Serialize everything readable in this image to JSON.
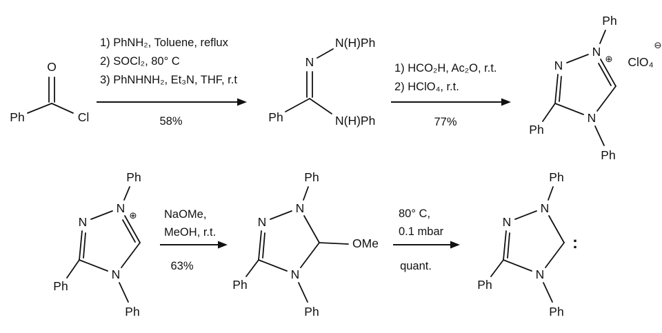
{
  "atoms": {
    "ph": "Ph",
    "o": "O",
    "cl": "Cl",
    "n": "N",
    "nhph": "N(H)Ph",
    "ome": "OMe",
    "clo4": "ClO₄",
    "plus": "⊕",
    "minus": "⊖",
    "lone_pair": ":"
  },
  "arrow1": {
    "line1": "1) PhNH₂, Toluene, reflux",
    "line2": "2) SOCl₂, 80° C",
    "line3": "3) PhNHNH₂, Et₃N, THF, r.t",
    "yield": "58%"
  },
  "arrow2": {
    "line1": "1) HCO₂H, Ac₂O, r.t.",
    "line2": "2) HClO₄, r.t.",
    "yield": "77%"
  },
  "arrow3": {
    "line1": "NaOMe,",
    "line2": "MeOH, r.t.",
    "yield": "63%"
  },
  "arrow4": {
    "line1": "80° C,",
    "line2": "0.1 mbar",
    "yield": "quant."
  }
}
